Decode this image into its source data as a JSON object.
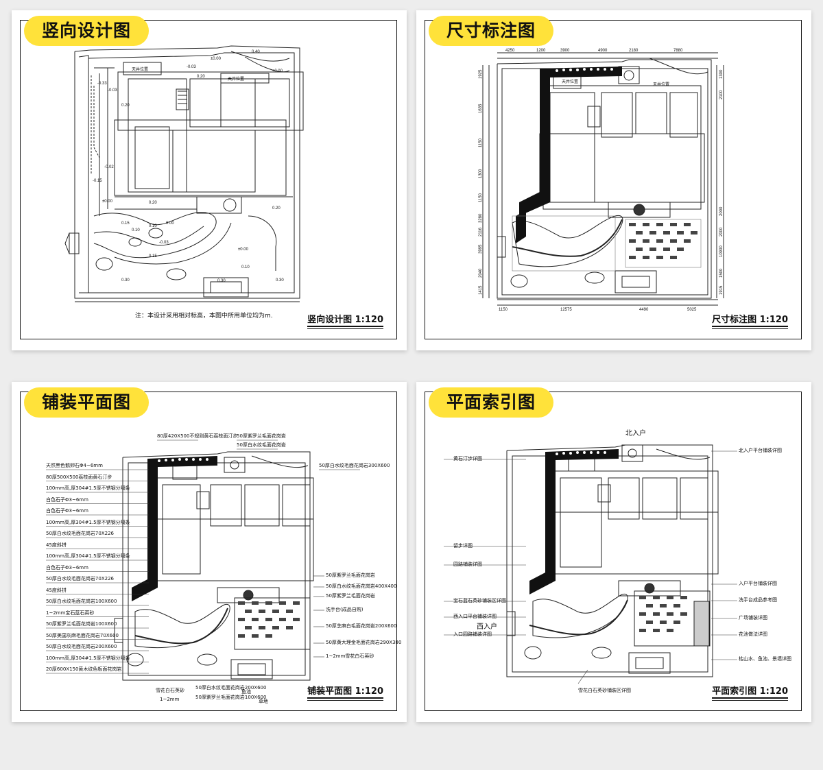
{
  "panels": [
    {
      "title": "竖向设计图",
      "caption": "竖向设计图 1:120",
      "note": "注：本设计采用相对标高，本图中所用单位均为m."
    },
    {
      "title": "尺寸标注图",
      "caption": "尺寸标注图 1:120"
    },
    {
      "title": "铺装平面图",
      "caption": "铺装平面图 1:120"
    },
    {
      "title": "平面索引图",
      "caption": "平面索引图 1:120"
    }
  ],
  "elevation_labels": [
    "0.40",
    "±0.00",
    "-0.03",
    "0.20",
    "±0.00",
    "-0.33",
    "-0.03",
    "0.20",
    "-0.02",
    "-0.15",
    "±0.00",
    "0.20",
    "0.15",
    "0.10",
    "0.10",
    "0.00",
    "-0.03",
    "±0.00",
    "0.20",
    "0.10",
    "0.30",
    "0.30",
    "0.30",
    "0.15"
  ],
  "room_labels": [
    "天井位置",
    "天井位置"
  ],
  "dimension_top": [
    "4250",
    "1200",
    "3900",
    "4900",
    "2180",
    "7880"
  ],
  "dimension_bottom": [
    "1150",
    "12575",
    "4490",
    "5025"
  ],
  "dimension_left": [
    "1925",
    "1635",
    "1150",
    "1300",
    "1150",
    "3280",
    "2116",
    "3995",
    "2040",
    "1415"
  ],
  "dimension_right": [
    "1300",
    "2100",
    "2000",
    "2000",
    "10900",
    "1500",
    "1915"
  ],
  "paving_left_labels": [
    "天然黑色鹅卵石Φ4~6mm",
    "80厚500X500荔枝面黄石汀步",
    "100mm高,厚304#1.5厚不锈钢分隔条",
    "白色石子Φ3~6mm",
    "白色石子Φ3~6mm",
    "100mm高,厚304#1.5厚不锈钢分隔条",
    "50厚白水纹毛面花岗岩70X226",
    "45度斜拼",
    "100mm高,厚304#1.5厚不锈钢分隔条",
    "白色石子Φ3~6mm",
    "50厚白水纹毛面花岗岩70X226",
    "45度斜拼",
    "50厚白水纹毛面花岗岩100X600",
    "1~2mm宝石蓝石英砂",
    "50厚紫罗兰毛面花岗岩100X600",
    "50厚美国灰麻毛面花岗岩70X600",
    "50厚白水纹毛面花岗岩200X600",
    "100mm高,厚304#1.5厚不锈钢分隔条",
    "20厚600X150黄木纹色板面花岗岩"
  ],
  "paving_top_labels": [
    "80厚420X500不规则黄石荔枝面汀步",
    "50厚紫罗兰毛面花岗岩",
    "50厚白水纹毛面花岗岩",
    "50厚白水纹毛面花岗岩300X600"
  ],
  "paving_right_labels": [
    "50厚紫罗兰毛面花岗岩",
    "50厚白水纹毛面花岗岩400X400",
    "50厚紫罗兰毛面花岗岩",
    "洗手台(成品自购)",
    "50厚芝麻白毛面花岗岩200X600",
    "50厚黄大理金毛面花岗岩290X380",
    "1~2mm雪花白石英砂"
  ],
  "paving_bottom_labels": [
    "雪花白石英砂",
    "1~2mm",
    "50厚白水纹毛面花岗岩200X600",
    "50厚紫罗兰毛面花岗岩100X600",
    "鱼池",
    "草地"
  ],
  "index_left_labels": [
    "黄石汀步详图",
    "留步详图",
    "园路铺装详图",
    "宝石蓝石英砂铺装区详图",
    "西入口平台铺装详图",
    "入口园路铺装详图"
  ],
  "index_right_labels": [
    "北入户平台铺装详图",
    "入户平台铺装详图",
    "洗手台成品参考图",
    "广场铺装详图",
    "花池做法详图",
    "枯山水、鱼池、景墙详图"
  ],
  "index_entries": [
    "北入户",
    "西入户"
  ],
  "index_bottom_label": "雪花白石英砂铺装区详图",
  "colors": {
    "tag": "#ffe23a",
    "line": "#111111",
    "background": "#ededed"
  }
}
